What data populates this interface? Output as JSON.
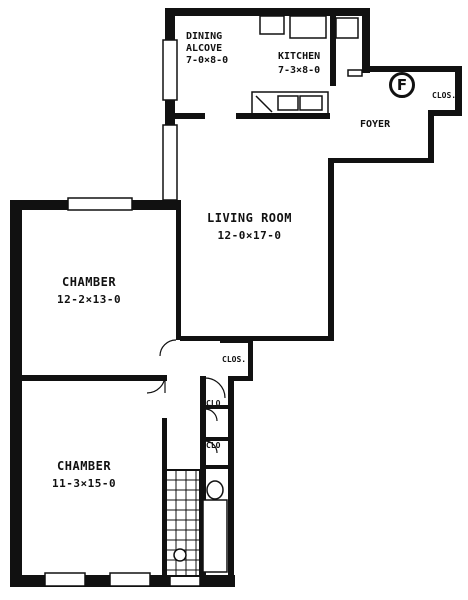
{
  "colors": {
    "ink": "#111111",
    "paper": "#ffffff"
  },
  "rooms": {
    "dining_alcove": {
      "name_line1": "DINING",
      "name_line2": "ALCOVE",
      "dimensions": "7-0×8-0"
    },
    "kitchen": {
      "name": "KITCHEN",
      "dimensions": "7-3×8-0"
    },
    "foyer": {
      "name": "FOYER"
    },
    "living_room": {
      "name": "LIVING ROOM",
      "dimensions": "12-0×17-0"
    },
    "chamber_upper": {
      "name": "CHAMBER",
      "dimensions": "12-2×13-0"
    },
    "chamber_lower": {
      "name": "CHAMBER",
      "dimensions": "11-3×15-0"
    }
  },
  "closets": {
    "foyer": "CLOS.",
    "hall": "CLOS.",
    "hall_2": "CLO",
    "hall_3": "CLO"
  },
  "floor_badge": "F"
}
